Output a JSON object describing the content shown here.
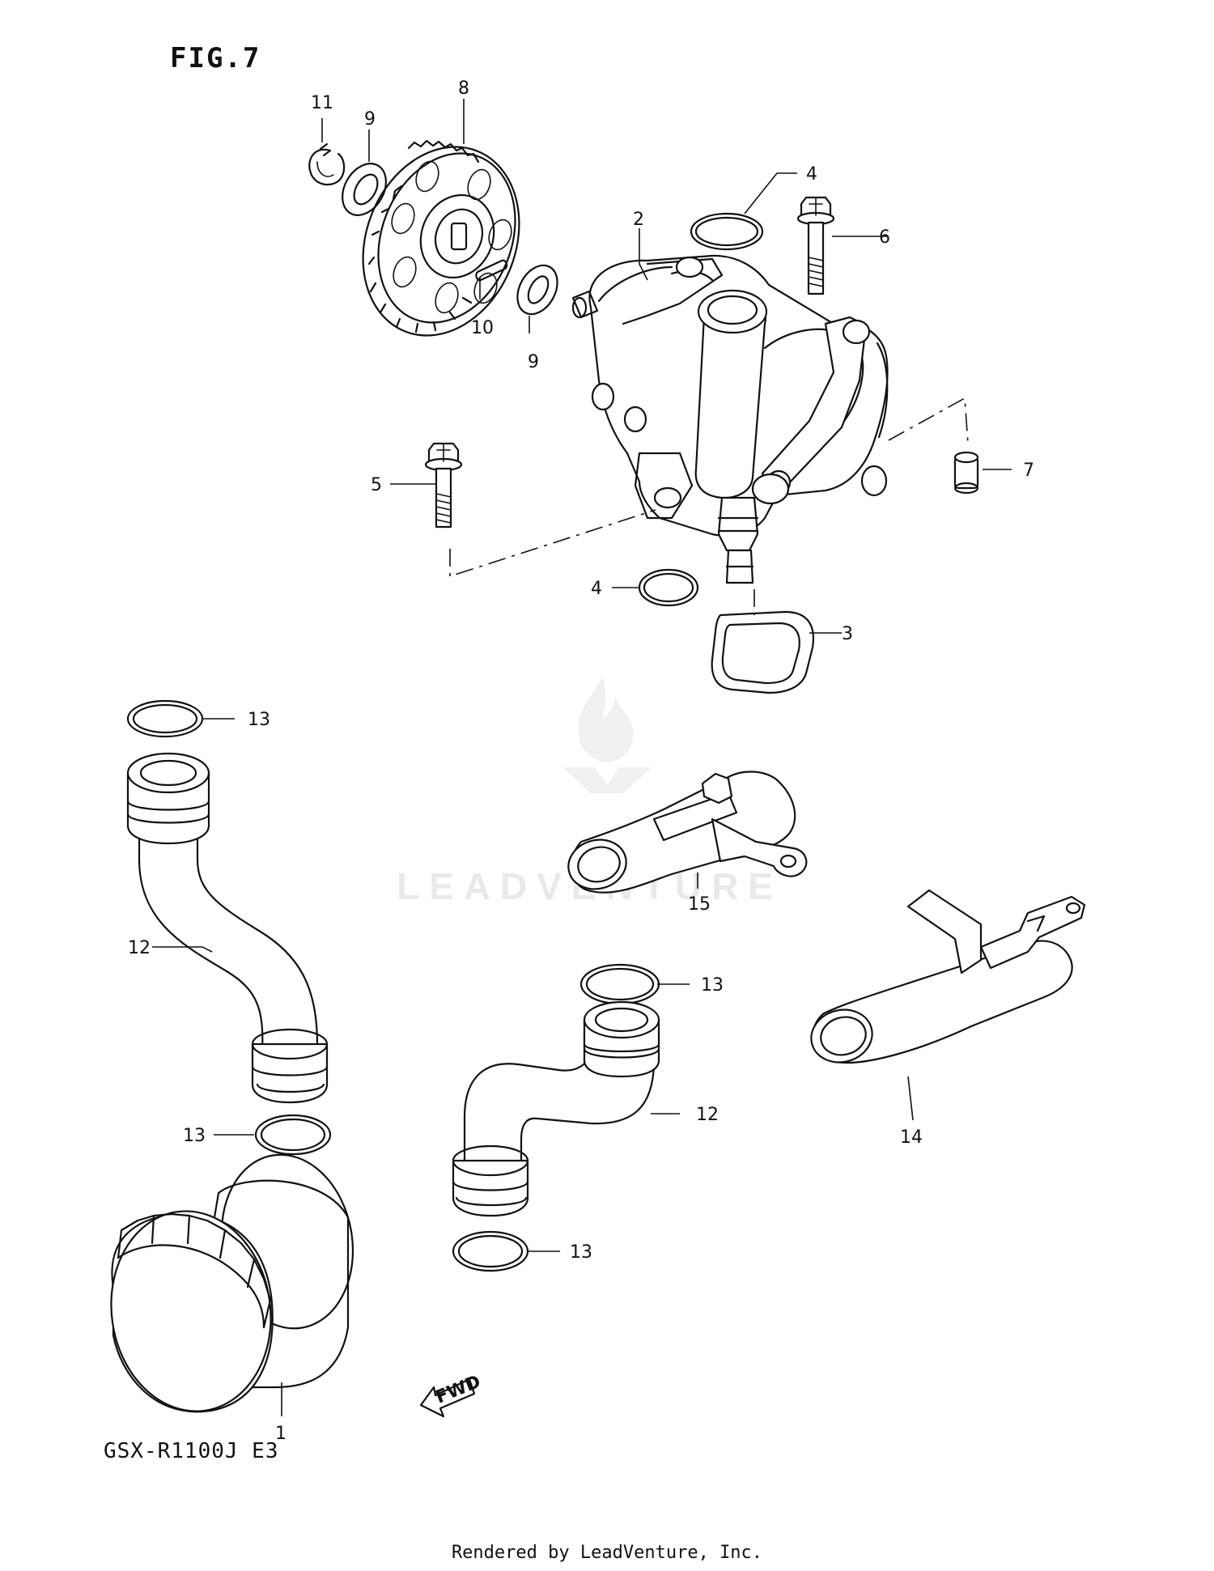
{
  "figure": {
    "title": "FIG.7",
    "model": "GSX-R1100J E3",
    "footer": "Rendered by LeadVenture, Inc.",
    "watermark": "LEADVENTURE",
    "fwd_label": "FWD"
  },
  "callouts": [
    {
      "id": "c1",
      "label": "1"
    },
    {
      "id": "c2",
      "label": "2"
    },
    {
      "id": "c3",
      "label": "3"
    },
    {
      "id": "c4a",
      "label": "4"
    },
    {
      "id": "c4b",
      "label": "4"
    },
    {
      "id": "c5",
      "label": "5"
    },
    {
      "id": "c6",
      "label": "6"
    },
    {
      "id": "c7",
      "label": "7"
    },
    {
      "id": "c8",
      "label": "8"
    },
    {
      "id": "c9a",
      "label": "9"
    },
    {
      "id": "c9b",
      "label": "9"
    },
    {
      "id": "c10",
      "label": "10"
    },
    {
      "id": "c11",
      "label": "11"
    },
    {
      "id": "c12a",
      "label": "12"
    },
    {
      "id": "c12b",
      "label": "12"
    },
    {
      "id": "c13a",
      "label": "13"
    },
    {
      "id": "c13b",
      "label": "13"
    },
    {
      "id": "c13c",
      "label": "13"
    },
    {
      "id": "c13d",
      "label": "13"
    },
    {
      "id": "c14",
      "label": "14"
    },
    {
      "id": "c15",
      "label": "15"
    }
  ]
}
